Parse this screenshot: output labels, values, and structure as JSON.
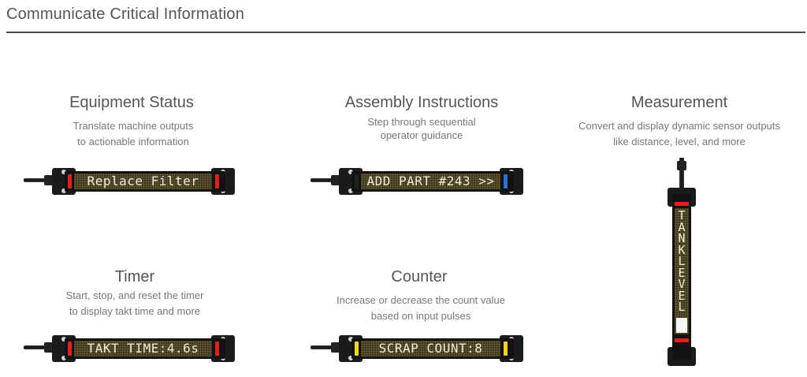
{
  "page": {
    "title": "Communicate Critical Information"
  },
  "features": {
    "equipment": {
      "title": "Equipment Status",
      "desc_line1": "Translate machine outputs",
      "desc_line2": "to actionable information",
      "display_text": "Replace Filter",
      "led_color": "#e0201c"
    },
    "assembly": {
      "title": "Assembly Instructions",
      "desc_line1": "Step through sequential",
      "desc_line2": "operator guidance",
      "display_text": "ADD PART #243 >>",
      "led_color": "#2f6fd6"
    },
    "measurement": {
      "title": "Measurement",
      "desc_line1": "Convert and display dynamic sensor outputs",
      "desc_line2": "like distance, level, and more",
      "display_text": "TANKLEVEL",
      "led_color": "#e0201c",
      "level_fraction": 0.12
    },
    "timer": {
      "title": "Timer",
      "desc_line1": "Start, stop, and reset the timer",
      "desc_line2": "to display takt time and more",
      "display_text": "TAKT TIME:4.6s",
      "led_color": "#e0201c"
    },
    "counter": {
      "title": "Counter",
      "desc_line1": "Increase or decrease the count value",
      "desc_line2": "based on input pulses",
      "display_text": "SCRAP COUNT:8",
      "led_color": "#f2d21c"
    }
  }
}
